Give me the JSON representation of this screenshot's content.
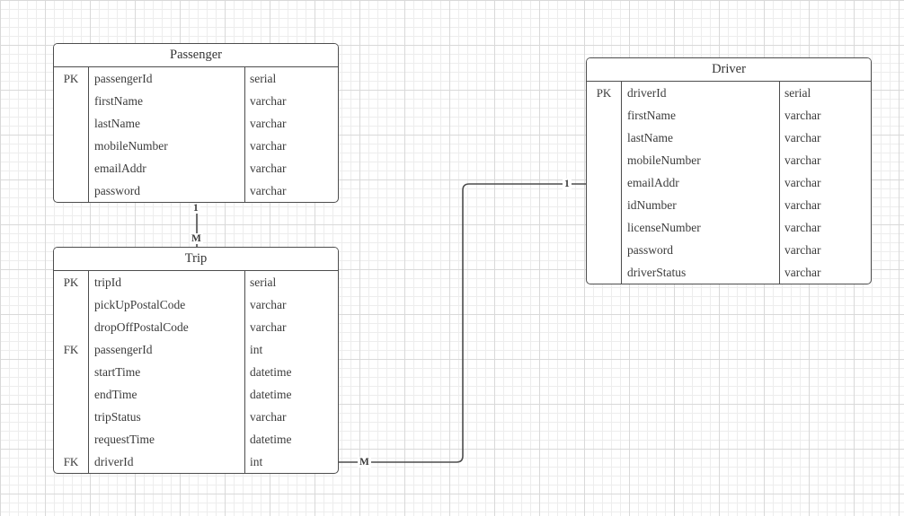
{
  "diagram": {
    "type": "entity-relationship-diagram",
    "background": "#ffffff",
    "grid_color": "#ececec",
    "line_color": "#4d4d4d",
    "text_color": "#3b3b3b"
  },
  "entities": [
    {
      "id": "passenger",
      "name": "Passenger",
      "attributes": [
        {
          "key": "PK",
          "name": "passengerId",
          "type": "serial"
        },
        {
          "key": "",
          "name": "firstName",
          "type": "varchar"
        },
        {
          "key": "",
          "name": "lastName",
          "type": "varchar"
        },
        {
          "key": "",
          "name": "mobileNumber",
          "type": "varchar"
        },
        {
          "key": "",
          "name": "emailAddr",
          "type": "varchar"
        },
        {
          "key": "",
          "name": "password",
          "type": "varchar"
        }
      ]
    },
    {
      "id": "trip",
      "name": "Trip",
      "attributes": [
        {
          "key": "PK",
          "name": "tripId",
          "type": "serial"
        },
        {
          "key": "",
          "name": "pickUpPostalCode",
          "type": "varchar"
        },
        {
          "key": "",
          "name": "dropOffPostalCode",
          "type": "varchar"
        },
        {
          "key": "FK",
          "name": "passengerId",
          "type": "int"
        },
        {
          "key": "",
          "name": "startTime",
          "type": "datetime"
        },
        {
          "key": "",
          "name": "endTime",
          "type": "datetime"
        },
        {
          "key": "",
          "name": "tripStatus",
          "type": "varchar"
        },
        {
          "key": "",
          "name": "requestTime",
          "type": "datetime"
        },
        {
          "key": "FK",
          "name": "driverId",
          "type": "int"
        }
      ]
    },
    {
      "id": "driver",
      "name": "Driver",
      "attributes": [
        {
          "key": "PK",
          "name": "driverId",
          "type": "serial"
        },
        {
          "key": "",
          "name": "firstName",
          "type": "varchar"
        },
        {
          "key": "",
          "name": "lastName",
          "type": "varchar"
        },
        {
          "key": "",
          "name": "mobileNumber",
          "type": "varchar"
        },
        {
          "key": "",
          "name": "emailAddr",
          "type": "varchar"
        },
        {
          "key": "",
          "name": "idNumber",
          "type": "varchar"
        },
        {
          "key": "",
          "name": "licenseNumber",
          "type": "varchar"
        },
        {
          "key": "",
          "name": "password",
          "type": "varchar"
        },
        {
          "key": "",
          "name": "driverStatus",
          "type": "varchar"
        }
      ]
    }
  ],
  "relationships": [
    {
      "id": "passenger-trip",
      "from": "passenger",
      "to": "trip",
      "from_cardinality": "1",
      "to_cardinality": "M"
    },
    {
      "id": "trip-driver",
      "from": "trip",
      "to": "driver",
      "from_cardinality": "M",
      "to_cardinality": "1"
    }
  ]
}
